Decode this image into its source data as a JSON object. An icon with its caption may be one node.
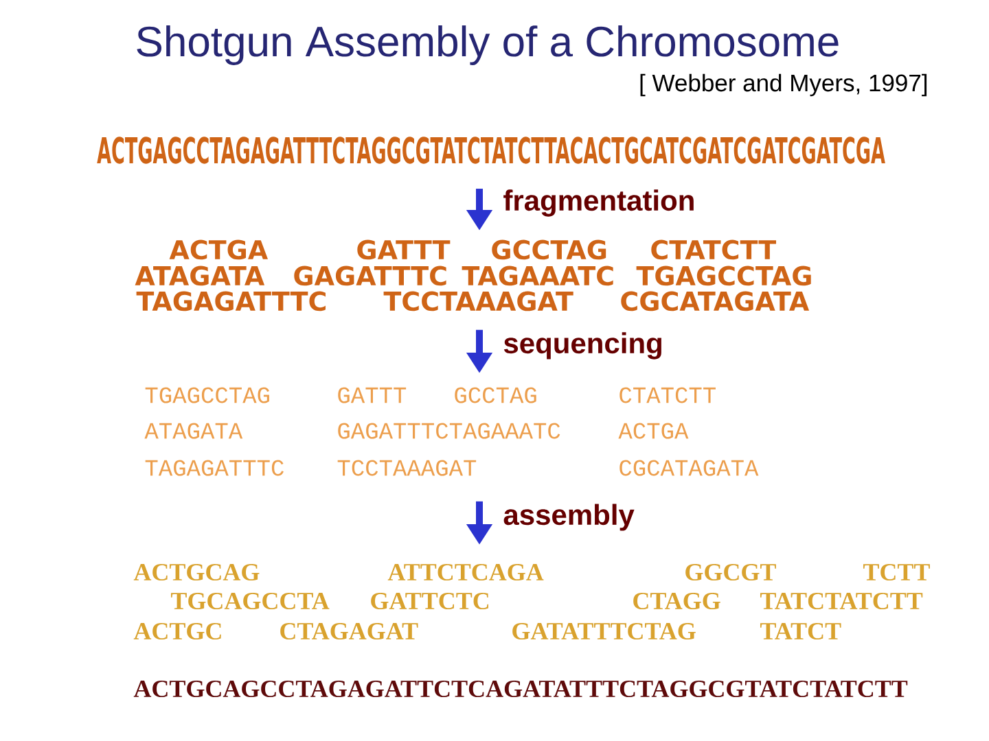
{
  "diagram": {
    "title": "Shotgun Assembly of a Chromosome",
    "nodes": [
      {
        "text": [
          "ACTGAGCCTAGAGATTTCTAGGCGTATCTATCTTACACTGCATCGATCGATCGATCGA"
        ]
      },
      {
        "text": [
          "ACTGA",
          "GATTT",
          "GCCTAG",
          "CTATCTT",
          "ATAGATA",
          "GAGATTTC",
          "TAGAAATC",
          "TGAGCCTAG",
          "TAGAGATTTC",
          "TCCTAAAGAT",
          "CGCATAGATA"
        ]
      },
      {
        "text": [
          "TGAGCCTAG",
          "GATTT",
          "GCCTAG",
          "CTATCTT",
          "ATAGATA",
          "GAGATTTCTAGAAATC",
          "ACTGA",
          "TAGAGATTTC",
          "TCCTAAAGAT",
          "CGCATAGATA"
        ]
      },
      {
        "text": [
          "ACTGCAG",
          "ATTCTCAGA",
          "GGCGT",
          "TCTT",
          "TGCAGCCTA",
          "GATTCTC",
          "CTAGG",
          "TATCTATCTT",
          "ACTGC",
          "CTAGAGAT",
          "GATATTTCTAG",
          "TATCT"
        ]
      }
    ],
    "edges": [
      {
        "from": 0,
        "to": 1,
        "arrow": "to",
        "label": "fragmentation"
      },
      {
        "from": 1,
        "to": 2,
        "arrow": "to",
        "label": "sequencing"
      },
      {
        "from": 2,
        "to": 3,
        "arrow": "to",
        "label": "assembly"
      }
    ],
    "labels": [
      "[ Webber and Myers, 1997]",
      "ACTGCAGCCTAGAGATTCTCAGATATTTCTAGGCGTATCTATCTT"
    ]
  }
}
